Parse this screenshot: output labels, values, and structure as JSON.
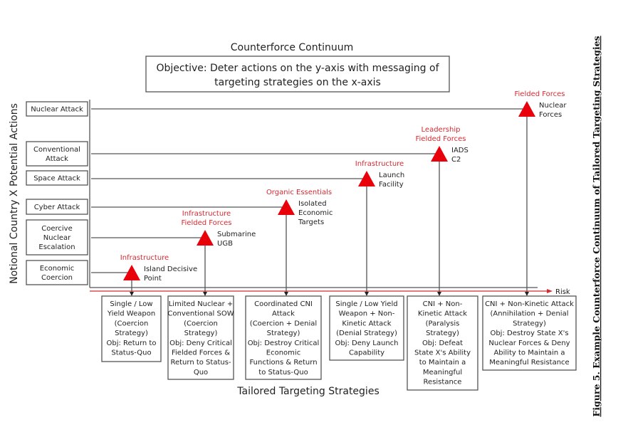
{
  "title": "Counterforce Continuum",
  "objective": [
    "Objective: Deter actions on the y-axis with messaging of",
    "targeting strategies on the x-axis"
  ],
  "y_axis_label": "Notional Country X Potential Actions",
  "x_axis_label": "Tailored Targeting Strategies",
  "risk_label": "Risk",
  "figure_caption": "Figure 5. Example Counterforce Continuum of Tailored Targeting Strategies",
  "colors": {
    "triangle": "#e8000b",
    "risk_line": "#d42a32",
    "target_label": "#d42a32"
  },
  "actions": [
    {
      "lines": [
        "Nuclear Attack"
      ]
    },
    {
      "lines": [
        "Conventional",
        "Attack"
      ]
    },
    {
      "lines": [
        "Space Attack"
      ]
    },
    {
      "lines": [
        "Cyber Attack"
      ]
    },
    {
      "lines": [
        "Coercive",
        "Nuclear",
        "Escalation"
      ]
    },
    {
      "lines": [
        "Economic",
        "Coercion"
      ]
    }
  ],
  "targets": [
    {
      "category": [
        "Infrastructure"
      ],
      "target": [
        "Island Decisive",
        "Point"
      ],
      "action": "Economic Coercion",
      "strategy": [
        "Single / Low",
        "Yield Weapon",
        "(Coercion",
        "Strategy)",
        "Obj: Return to",
        "Status-Quo"
      ]
    },
    {
      "category": [
        "Infrastructure",
        "Fielded Forces"
      ],
      "target": [
        "Submarine",
        "UGB"
      ],
      "action": "Coercive Nuclear Escalation",
      "strategy": [
        "Limited Nuclear +",
        "Conventional SOW",
        "(Coercion",
        "Strategy)",
        "Obj: Deny Critical",
        "Fielded Forces &",
        "Return to Status-",
        "Quo"
      ]
    },
    {
      "category": [
        "Organic Essentials"
      ],
      "target": [
        "Isolated",
        "Economic",
        "Targets"
      ],
      "action": "Cyber Attack",
      "strategy": [
        "Coordinated CNI",
        "Attack",
        "(Coercion + Denial",
        "Strategy)",
        "Obj: Destroy Critical",
        "Economic",
        "Functions & Return",
        "to Status-Quo"
      ]
    },
    {
      "category": [
        "Infrastructure"
      ],
      "target": [
        "Launch",
        "Facility"
      ],
      "action": "Space Attack",
      "strategy": [
        "Single / Low Yield",
        "Weapon + Non-",
        "Kinetic Attack",
        "(Denial Strategy)",
        "Obj: Deny Launch",
        "Capability"
      ]
    },
    {
      "category": [
        "Leadership",
        "Fielded Forces"
      ],
      "target": [
        "IADS",
        "C2"
      ],
      "action": "Conventional Attack",
      "strategy": [
        "CNI + Non-",
        "Kinetic Attack",
        "(Paralysis",
        "Strategy)",
        "Obj: Defeat",
        "State X's Ability",
        "to Maintain a",
        "Meaningful",
        "Resistance"
      ]
    },
    {
      "category": [
        "Fielded Forces"
      ],
      "target": [
        "Nuclear",
        "Forces"
      ],
      "action": "Nuclear Attack",
      "strategy": [
        "CNI + Non-Kinetic Attack",
        "(Annihilation + Denial",
        "Strategy)",
        "Obj: Destroy State X's",
        "Nuclear Forces & Deny",
        "Ability to Maintain a",
        "Meaningful Resistance"
      ]
    }
  ]
}
